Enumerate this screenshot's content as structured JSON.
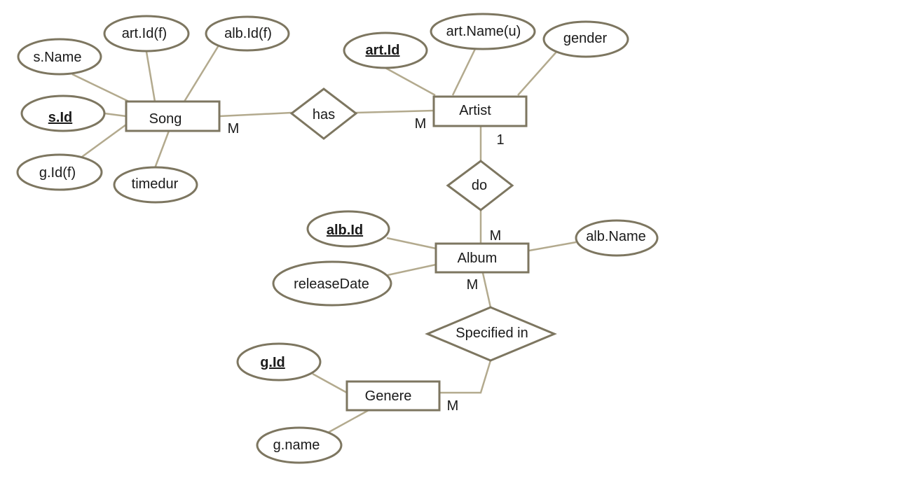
{
  "entities": {
    "song": "Song",
    "artist": "Artist",
    "album": "Album",
    "genere": "Genere"
  },
  "relationships": {
    "has": "has",
    "do": "do",
    "specified_in": "Specified in"
  },
  "attributes": {
    "s_name": "s.Name",
    "song_art_id": "art.Id(f)",
    "song_alb_id": "alb.Id(f)",
    "s_id": "s.Id",
    "song_g_id": "g.Id(f)",
    "timedur": "timedur",
    "art_id": "art.Id",
    "art_name": "art.Name(u)",
    "gender": "gender",
    "alb_id": "alb.Id",
    "release_date": "releaseDate",
    "alb_name": "alb.Name",
    "g_id": "g.Id",
    "g_name": "g.name"
  },
  "cardinalities": {
    "song_has": "M",
    "artist_has": "M",
    "artist_do": "1",
    "album_do": "M",
    "album_specified": "M",
    "genere_specified": "M"
  }
}
